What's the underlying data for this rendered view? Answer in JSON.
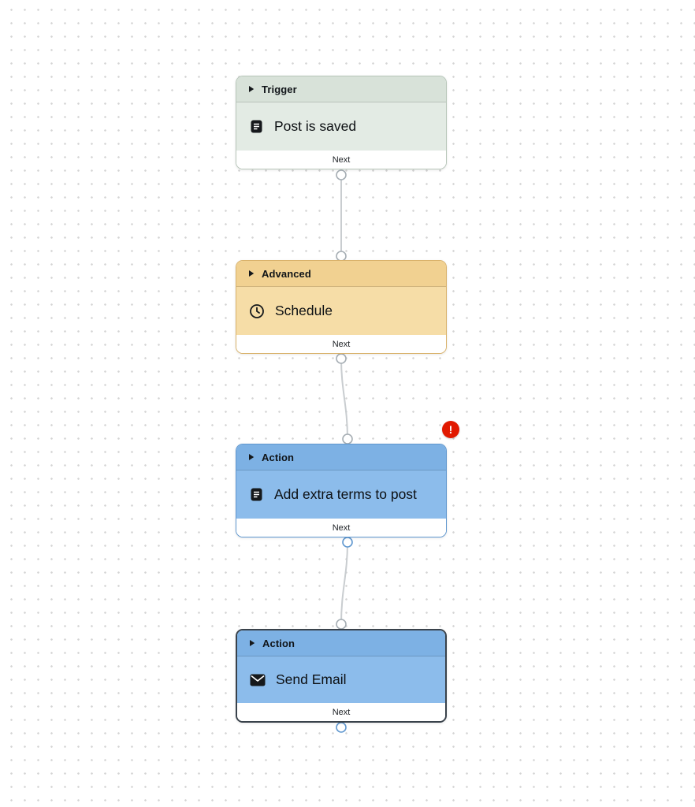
{
  "canvas": {
    "background_color": "#ffffff",
    "dot_color": "#d4d4d4",
    "edge_color": "#c9cdd0"
  },
  "nodes": [
    {
      "id": "trigger-post-saved",
      "category": "Trigger",
      "title": "Post is saved",
      "icon": "document-icon",
      "port_label": "Next",
      "colors": {
        "header": "#d8e2d9",
        "body": "#e3ebe4",
        "border": "#b7c6b9"
      },
      "selected": false,
      "has_error": false
    },
    {
      "id": "advanced-schedule",
      "category": "Advanced",
      "title": "Schedule",
      "icon": "clock-icon",
      "port_label": "Next",
      "colors": {
        "header": "#f1d191",
        "body": "#f6dda7",
        "border": "#d9b26a"
      },
      "selected": false,
      "has_error": false
    },
    {
      "id": "action-add-extra-terms",
      "category": "Action",
      "title": "Add extra terms to post",
      "icon": "document-icon",
      "port_label": "Next",
      "colors": {
        "header": "#7db1e4",
        "body": "#8cbceb",
        "border": "#5f97cf"
      },
      "selected": false,
      "has_error": true
    },
    {
      "id": "action-send-email",
      "category": "Action",
      "title": "Send Email",
      "icon": "mail-icon",
      "port_label": "Next",
      "colors": {
        "header": "#7db1e4",
        "body": "#8cbceb",
        "border": "#39424b"
      },
      "selected": true,
      "has_error": false
    }
  ],
  "edges": [
    {
      "from": "trigger-post-saved",
      "to": "advanced-schedule"
    },
    {
      "from": "advanced-schedule",
      "to": "action-add-extra-terms"
    },
    {
      "from": "action-add-extra-terms",
      "to": "action-send-email"
    }
  ],
  "error_badge": {
    "glyph": "!",
    "bg": "#e11900"
  }
}
